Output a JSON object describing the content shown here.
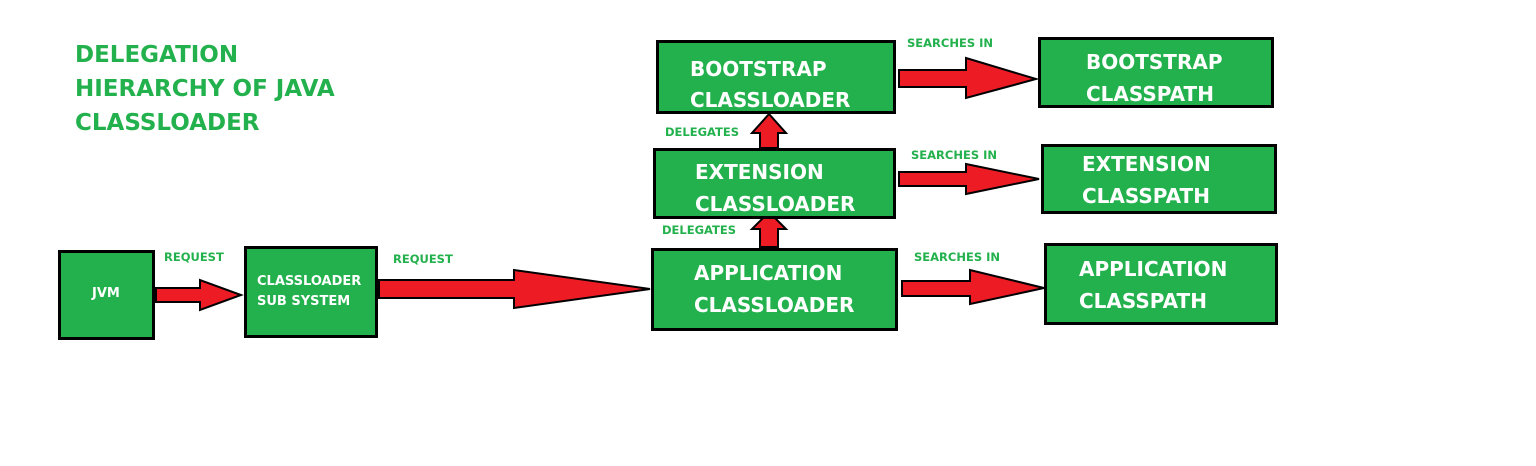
{
  "title": {
    "line1": "DELEGATION",
    "line2": "HIERARCHY OF JAVA",
    "line3": "CLASSLOADER"
  },
  "nodes": {
    "jvm": {
      "line1": "JVM"
    },
    "subsystem": {
      "line1": "CLASSLOADER",
      "line2": "SUB SYSTEM"
    },
    "bootstrap_loader": {
      "line1": "BOOTSTRAP",
      "line2": "CLASSLOADER"
    },
    "extension_loader": {
      "line1": "EXTENSION",
      "line2": "CLASSLOADER"
    },
    "application_loader": {
      "line1": "APPLICATION",
      "line2": "CLASSLOADER"
    },
    "bootstrap_path": {
      "line1": "BOOTSTRAP",
      "line2": "CLASSPATH"
    },
    "extension_path": {
      "line1": "EXTENSION",
      "line2": "CLASSPATH"
    },
    "application_path": {
      "line1": "APPLICATION",
      "line2": "CLASSPATH"
    }
  },
  "edge_labels": {
    "request_1": "REQUEST",
    "request_2": "REQUEST",
    "delegates_1": "DELEGATES",
    "delegates_2": "DELEGATES",
    "searches_bootstrap": "SEARCHES IN",
    "searches_extension": "SEARCHES IN",
    "searches_application": "SEARCHES IN"
  },
  "colors": {
    "box_fill": "#22b14c",
    "text_green": "#22b14c",
    "arrow_fill": "#ed1c24",
    "border": "#000000"
  }
}
